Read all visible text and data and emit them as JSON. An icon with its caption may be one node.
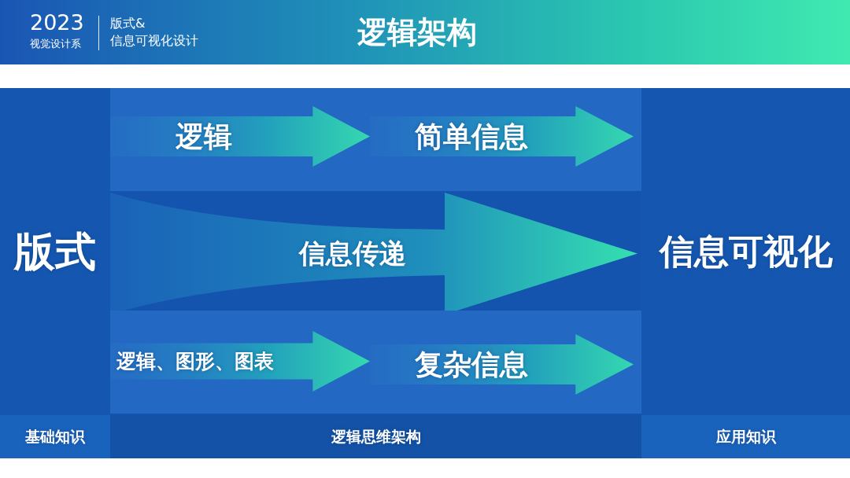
{
  "diagram": {
    "title": "逻辑架构",
    "nodes": [
      {
        "text": [
          "版式"
        ]
      },
      {
        "text": [],
        "shape": "box"
      },
      {
        "text": [
          "逻辑"
        ],
        "in": 1
      },
      {
        "text": [
          "简单信息"
        ],
        "in": 1
      },
      {
        "text": [
          "信息传递"
        ]
      },
      {
        "text": [],
        "shape": "box"
      },
      {
        "text": [
          "逻辑、图形、图表"
        ],
        "in": 5
      },
      {
        "text": [
          "复杂信息"
        ],
        "in": 5
      },
      {
        "text": [
          "信息可视化"
        ]
      },
      {
        "text": [
          "基础知识"
        ]
      },
      {
        "text": [
          "逻辑思维架构"
        ]
      },
      {
        "text": [
          "应用知识"
        ]
      }
    ],
    "labels": [
      "2023",
      "视觉设计系",
      "版式&",
      "信息可视化设计"
    ]
  }
}
